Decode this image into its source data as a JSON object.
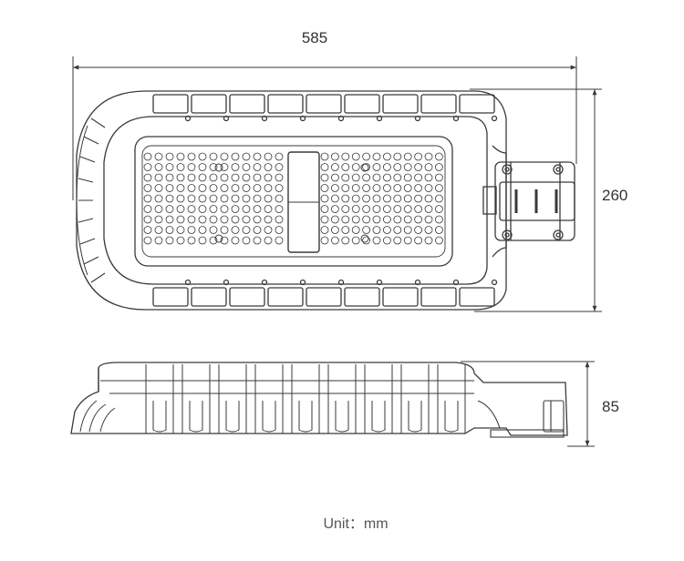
{
  "dimensions": {
    "width": "585",
    "height": "260",
    "depth": "85"
  },
  "unit_note": "Unit：mm",
  "colors": {
    "line": "#3a3a3a",
    "text": "#333333",
    "unit_text": "#555555"
  }
}
